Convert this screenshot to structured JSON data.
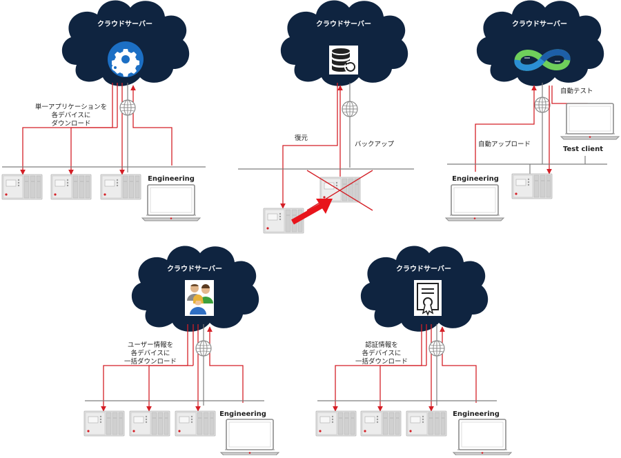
{
  "colors": {
    "cloud": "#0f2440",
    "line": "#d41f26",
    "bus": "#7d7d7d",
    "device": "#d9d9d9",
    "arrow": "#e8141b"
  },
  "panels": {
    "p1": {
      "cloud_title": "クラウドサーバー",
      "icon": "gear-icon",
      "label_lines": [
        "単一アプリケーションを",
        "各デバイスに",
        "ダウンロード"
      ],
      "engineering": "Engineering"
    },
    "p2": {
      "cloud_title": "クラウドサーバー",
      "icon": "database-restore-icon",
      "restore": "復元",
      "backup": "バックアップ"
    },
    "p3": {
      "cloud_title": "クラウドサーバー",
      "icon": "devops-infinity-icon",
      "auto_test": "自動テスト",
      "auto_upload": "自動アップロード",
      "engineering": "Engineering",
      "test_client": "Test client"
    },
    "p4": {
      "cloud_title": "クラウドサーバー",
      "icon": "users-icon",
      "label_lines": [
        "ユーザー情報を",
        "各デバイスに",
        "一括ダウンロード"
      ],
      "engineering": "Engineering"
    },
    "p5": {
      "cloud_title": "クラウドサーバー",
      "icon": "certificate-icon",
      "label_lines": [
        "認証情報を",
        "各デバイスに",
        "一括ダウンロード"
      ],
      "engineering": "Engineering"
    }
  }
}
